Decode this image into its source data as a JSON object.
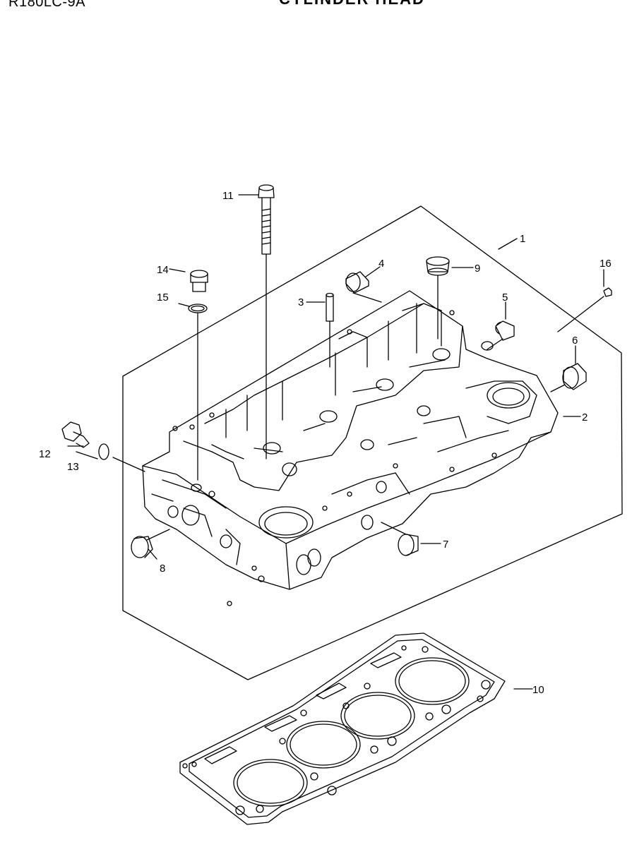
{
  "header": {
    "model": "R180LC-9A",
    "heading": "CYLINDER HEAD"
  },
  "callouts": [
    "1",
    "2",
    "3",
    "4",
    "5",
    "6",
    "7",
    "8",
    "9",
    "10",
    "11",
    "12",
    "13",
    "14",
    "15",
    "16"
  ],
  "colors": {
    "line": "#000000",
    "background": "#ffffff"
  }
}
